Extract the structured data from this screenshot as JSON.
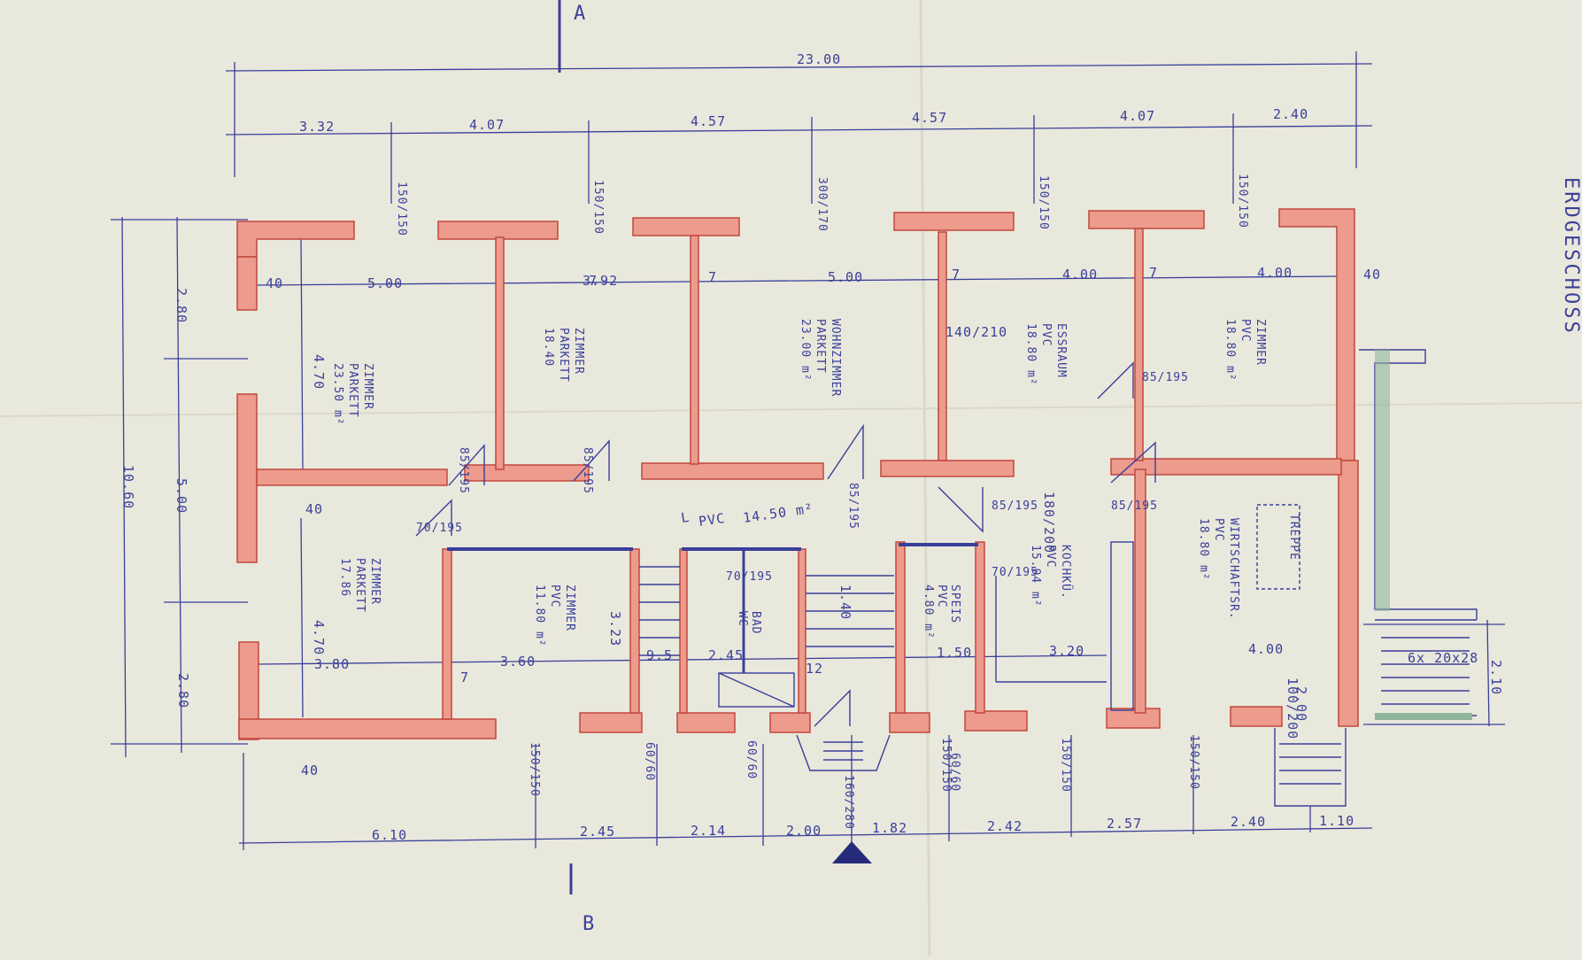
{
  "colors": {
    "paper": "#e9e8dc",
    "ink": "#3a3f9a",
    "wall_fill": "#ec9b8c",
    "wall_edge": "#c2483d",
    "terrace": "#8fb59c"
  },
  "title": "ERDGESCHOSS",
  "section_marks": {
    "top": "A",
    "bottom": "B"
  },
  "overall_dimensions": {
    "width": "23.00",
    "depth": "10.60"
  },
  "top_dimensions": [
    "3.32",
    "4.07",
    "4.57",
    "4.57",
    "4.07",
    "2.40"
  ],
  "bottom_dimensions": [
    "6.10",
    "2.45",
    "2.14",
    "2.00",
    "1.82",
    "2.42",
    "2.57",
    "2.40",
    "1.10"
  ],
  "left_dimensions": [
    "2.80",
    "5.00",
    "2.80"
  ],
  "top_window_marks": [
    "150/150",
    "150/150",
    "300/170",
    "150/150",
    "150/150"
  ],
  "bottom_window_marks": [
    "150/150",
    "150/150",
    "150/150",
    "150/150"
  ],
  "sill_marks": [
    "60/60",
    "60/60",
    "60/60"
  ],
  "entrance_mark": {
    "value": "160/280"
  },
  "rooms": [
    {
      "name": "ZIMMER",
      "floor": "PARKETT",
      "area": "23.50 m²",
      "width": "5.00",
      "depth": "4.70"
    },
    {
      "name": "ZIMMER",
      "floor": "PARKETT",
      "area": "18.40",
      "width": "3.92"
    },
    {
      "name": "WOHNZIMMER",
      "floor": "PARKETT",
      "area": "23.00 m²",
      "width": "5.00"
    },
    {
      "name": "ESSRAUM",
      "floor": "PVC",
      "area": "18.80 m²",
      "width": "4.00"
    },
    {
      "name": "ZIMMER",
      "floor": "PVC",
      "area": "18.80 m²",
      "width": "4.00"
    },
    {
      "name": "ZIMMER",
      "floor": "PARKETT",
      "area": "17.86",
      "width": "3.80",
      "depth": "4.70"
    },
    {
      "name": "ZIMMER",
      "floor": "PVC",
      "area": "11.80 m²",
      "width": "3.60",
      "depth": "3.23"
    },
    {
      "name": "SPEIS",
      "floor": "PVC",
      "area": "4.80 m²",
      "width": "1.50"
    },
    {
      "name": "KOCHKÜ.",
      "floor": "PVC",
      "area": "15.04 m²",
      "width": "3.20"
    },
    {
      "name": "WIRTSCHAFTSR.",
      "floor": "PVC",
      "area": "18.80 m²",
      "width": "4.00"
    }
  ],
  "hall": {
    "name": "L",
    "floor": "PVC",
    "area": "14.50 m²"
  },
  "bath": {
    "name": "BAD",
    "extra": "WC"
  },
  "stair_label": "TREPPE",
  "door_marks": [
    "85/195",
    "85/195",
    "85/195",
    "85/195",
    "85/195",
    "85/195",
    "70/195",
    "70/195",
    "70/195"
  ],
  "misc_marks": [
    "7",
    "7",
    "7",
    "7",
    "7",
    "40",
    "40",
    "40",
    "40",
    "140/210",
    "180/200",
    "1.40",
    "2.10",
    "2.00",
    "12",
    "2.45",
    "9.5",
    "100/200",
    "6x 20x28"
  ]
}
